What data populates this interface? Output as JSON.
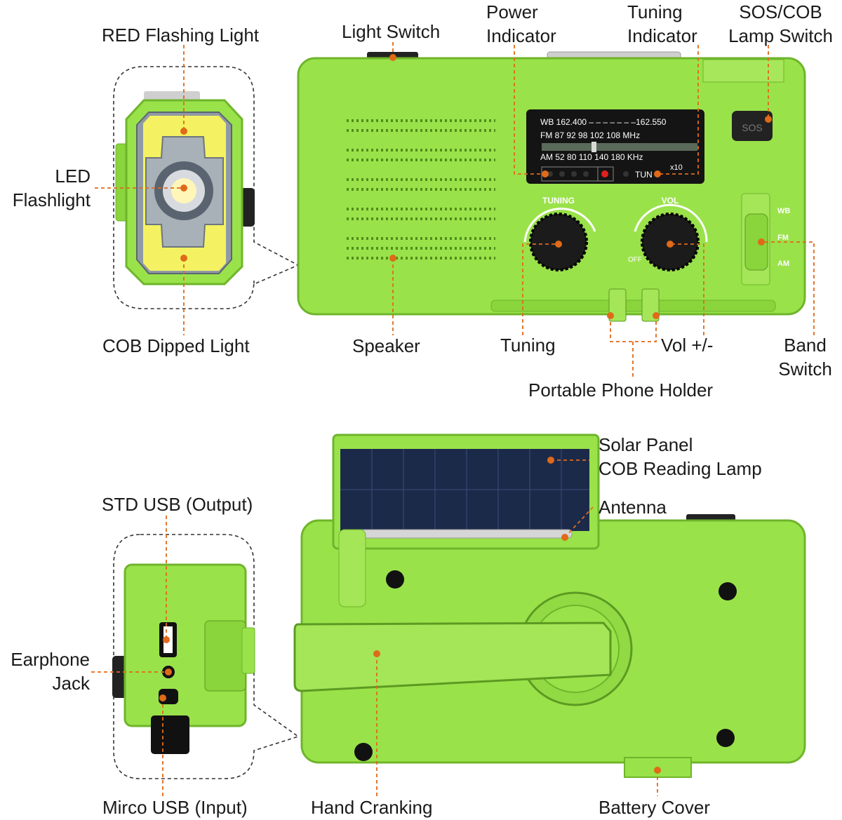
{
  "colors": {
    "body": "#9ae24a",
    "body_shadow": "#6fb52b",
    "body_dark": "#5c9a22",
    "leader": "#e06a1a",
    "knob": "#1b1b1b",
    "display": "#141414",
    "solar": "#1c2a4a",
    "cob": "#f4f262"
  },
  "display_panel": {
    "wb": "WB  162.400 – – – – – – –162.550",
    "fm": "FM   87   92    98    102   108  MHz",
    "am": "AM   52   80   110   140   180  KHz",
    "x10": "x10",
    "tun": "TUN",
    "sos": "SOS"
  },
  "knobs": {
    "tuning": "TUNING",
    "vol": "VOL",
    "off": "OFF"
  },
  "band_marks": {
    "wb": "WB",
    "fm": "FM",
    "am": "AM"
  },
  "labels": {
    "red_flashing_light": "RED Flashing Light",
    "led_flashlight_1": "LED",
    "led_flashlight_2": "Flashlight",
    "cob_dipped_light": "COB Dipped Light",
    "light_switch": "Light Switch",
    "power_indicator_1": "Power",
    "power_indicator_2": "Indicator",
    "tuning_indicator_1": "Tuning",
    "tuning_indicator_2": "Indicator",
    "sos_1": "SOS/COB",
    "sos_2": "Lamp Switch",
    "speaker": "Speaker",
    "tuning": "Tuning",
    "vol": "Vol +/-",
    "band_1": "Band",
    "band_2": "Switch",
    "phone_holder": "Portable Phone Holder",
    "solar_1": "Solar Panel",
    "solar_2": "COB Reading Lamp",
    "antenna": "Antenna",
    "std_usb": "STD USB (Output)",
    "earphone_1": "Earphone",
    "earphone_2": "Jack",
    "micro_usb": "Mirco USB (Input)",
    "hand_cranking": "Hand Cranking",
    "battery_cover": "Battery Cover"
  }
}
